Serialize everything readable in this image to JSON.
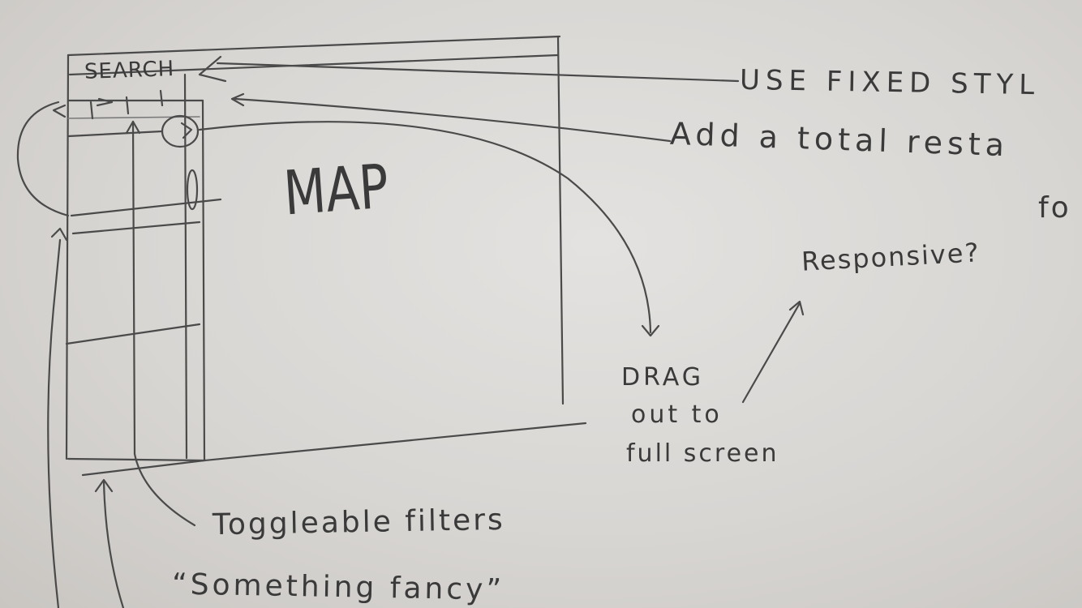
{
  "wireframe": {
    "search_label": "SEARCH",
    "map_label": "MAP"
  },
  "annotations": {
    "fixed_style": "USE FIXED STYL",
    "total_restaurants": "Add a total resta",
    "total_restaurants_cont": "fo",
    "drag_line1": "DRAG",
    "drag_line2": "out to",
    "drag_line3": "full screen",
    "responsive": "Responsive?",
    "toggleable_filters": "Toggleable filters",
    "something_fancy": "“Something fancy”"
  }
}
